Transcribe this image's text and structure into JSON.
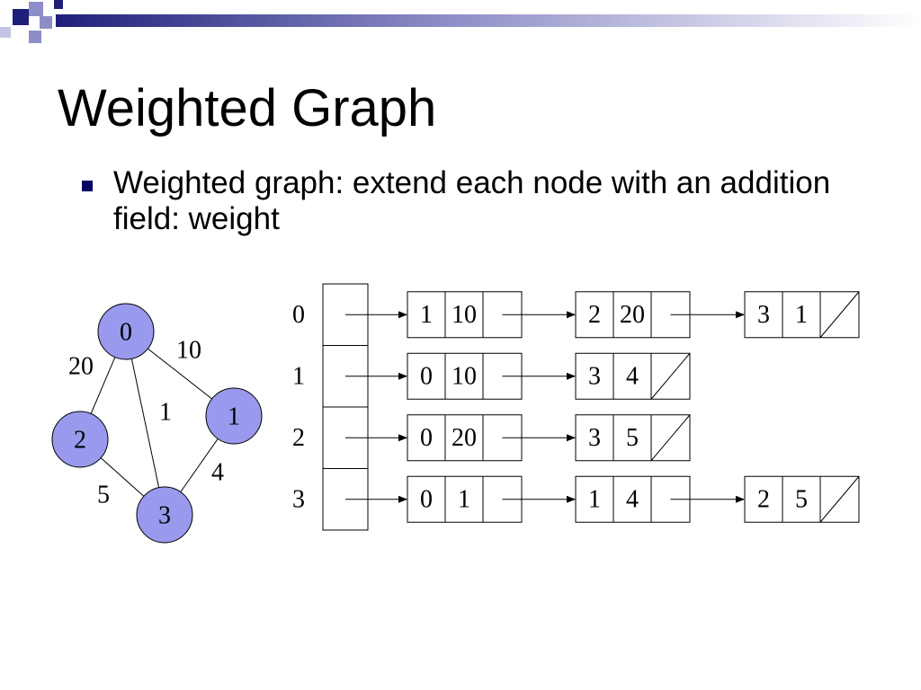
{
  "slide": {
    "title": "Weighted Graph",
    "bullet": "Weighted graph: extend each node with an addition field: weight"
  },
  "colors": {
    "accent": "#1f1f7a",
    "accent_light": "#8d8dc7",
    "node_fill": "#9999ee",
    "bullet": "#000066"
  },
  "graph": {
    "nodes": [
      {
        "id": "0",
        "label": "0"
      },
      {
        "id": "1",
        "label": "1"
      },
      {
        "id": "2",
        "label": "2"
      },
      {
        "id": "3",
        "label": "3"
      }
    ],
    "edges": [
      {
        "from": "0",
        "to": "2",
        "weight": "20"
      },
      {
        "from": "0",
        "to": "1",
        "weight": "10"
      },
      {
        "from": "0",
        "to": "3",
        "weight": "1"
      },
      {
        "from": "1",
        "to": "3",
        "weight": "4"
      },
      {
        "from": "2",
        "to": "3",
        "weight": "5"
      }
    ]
  },
  "adjacency_list": {
    "rows": [
      {
        "index": "0",
        "entries": [
          {
            "node": "1",
            "weight": "10"
          },
          {
            "node": "2",
            "weight": "20"
          },
          {
            "node": "3",
            "weight": "1"
          }
        ]
      },
      {
        "index": "1",
        "entries": [
          {
            "node": "0",
            "weight": "10"
          },
          {
            "node": "3",
            "weight": "4"
          }
        ]
      },
      {
        "index": "2",
        "entries": [
          {
            "node": "0",
            "weight": "20"
          },
          {
            "node": "3",
            "weight": "5"
          }
        ]
      },
      {
        "index": "3",
        "entries": [
          {
            "node": "0",
            "weight": "1"
          },
          {
            "node": "1",
            "weight": "4"
          },
          {
            "node": "2",
            "weight": "5"
          }
        ]
      }
    ]
  }
}
